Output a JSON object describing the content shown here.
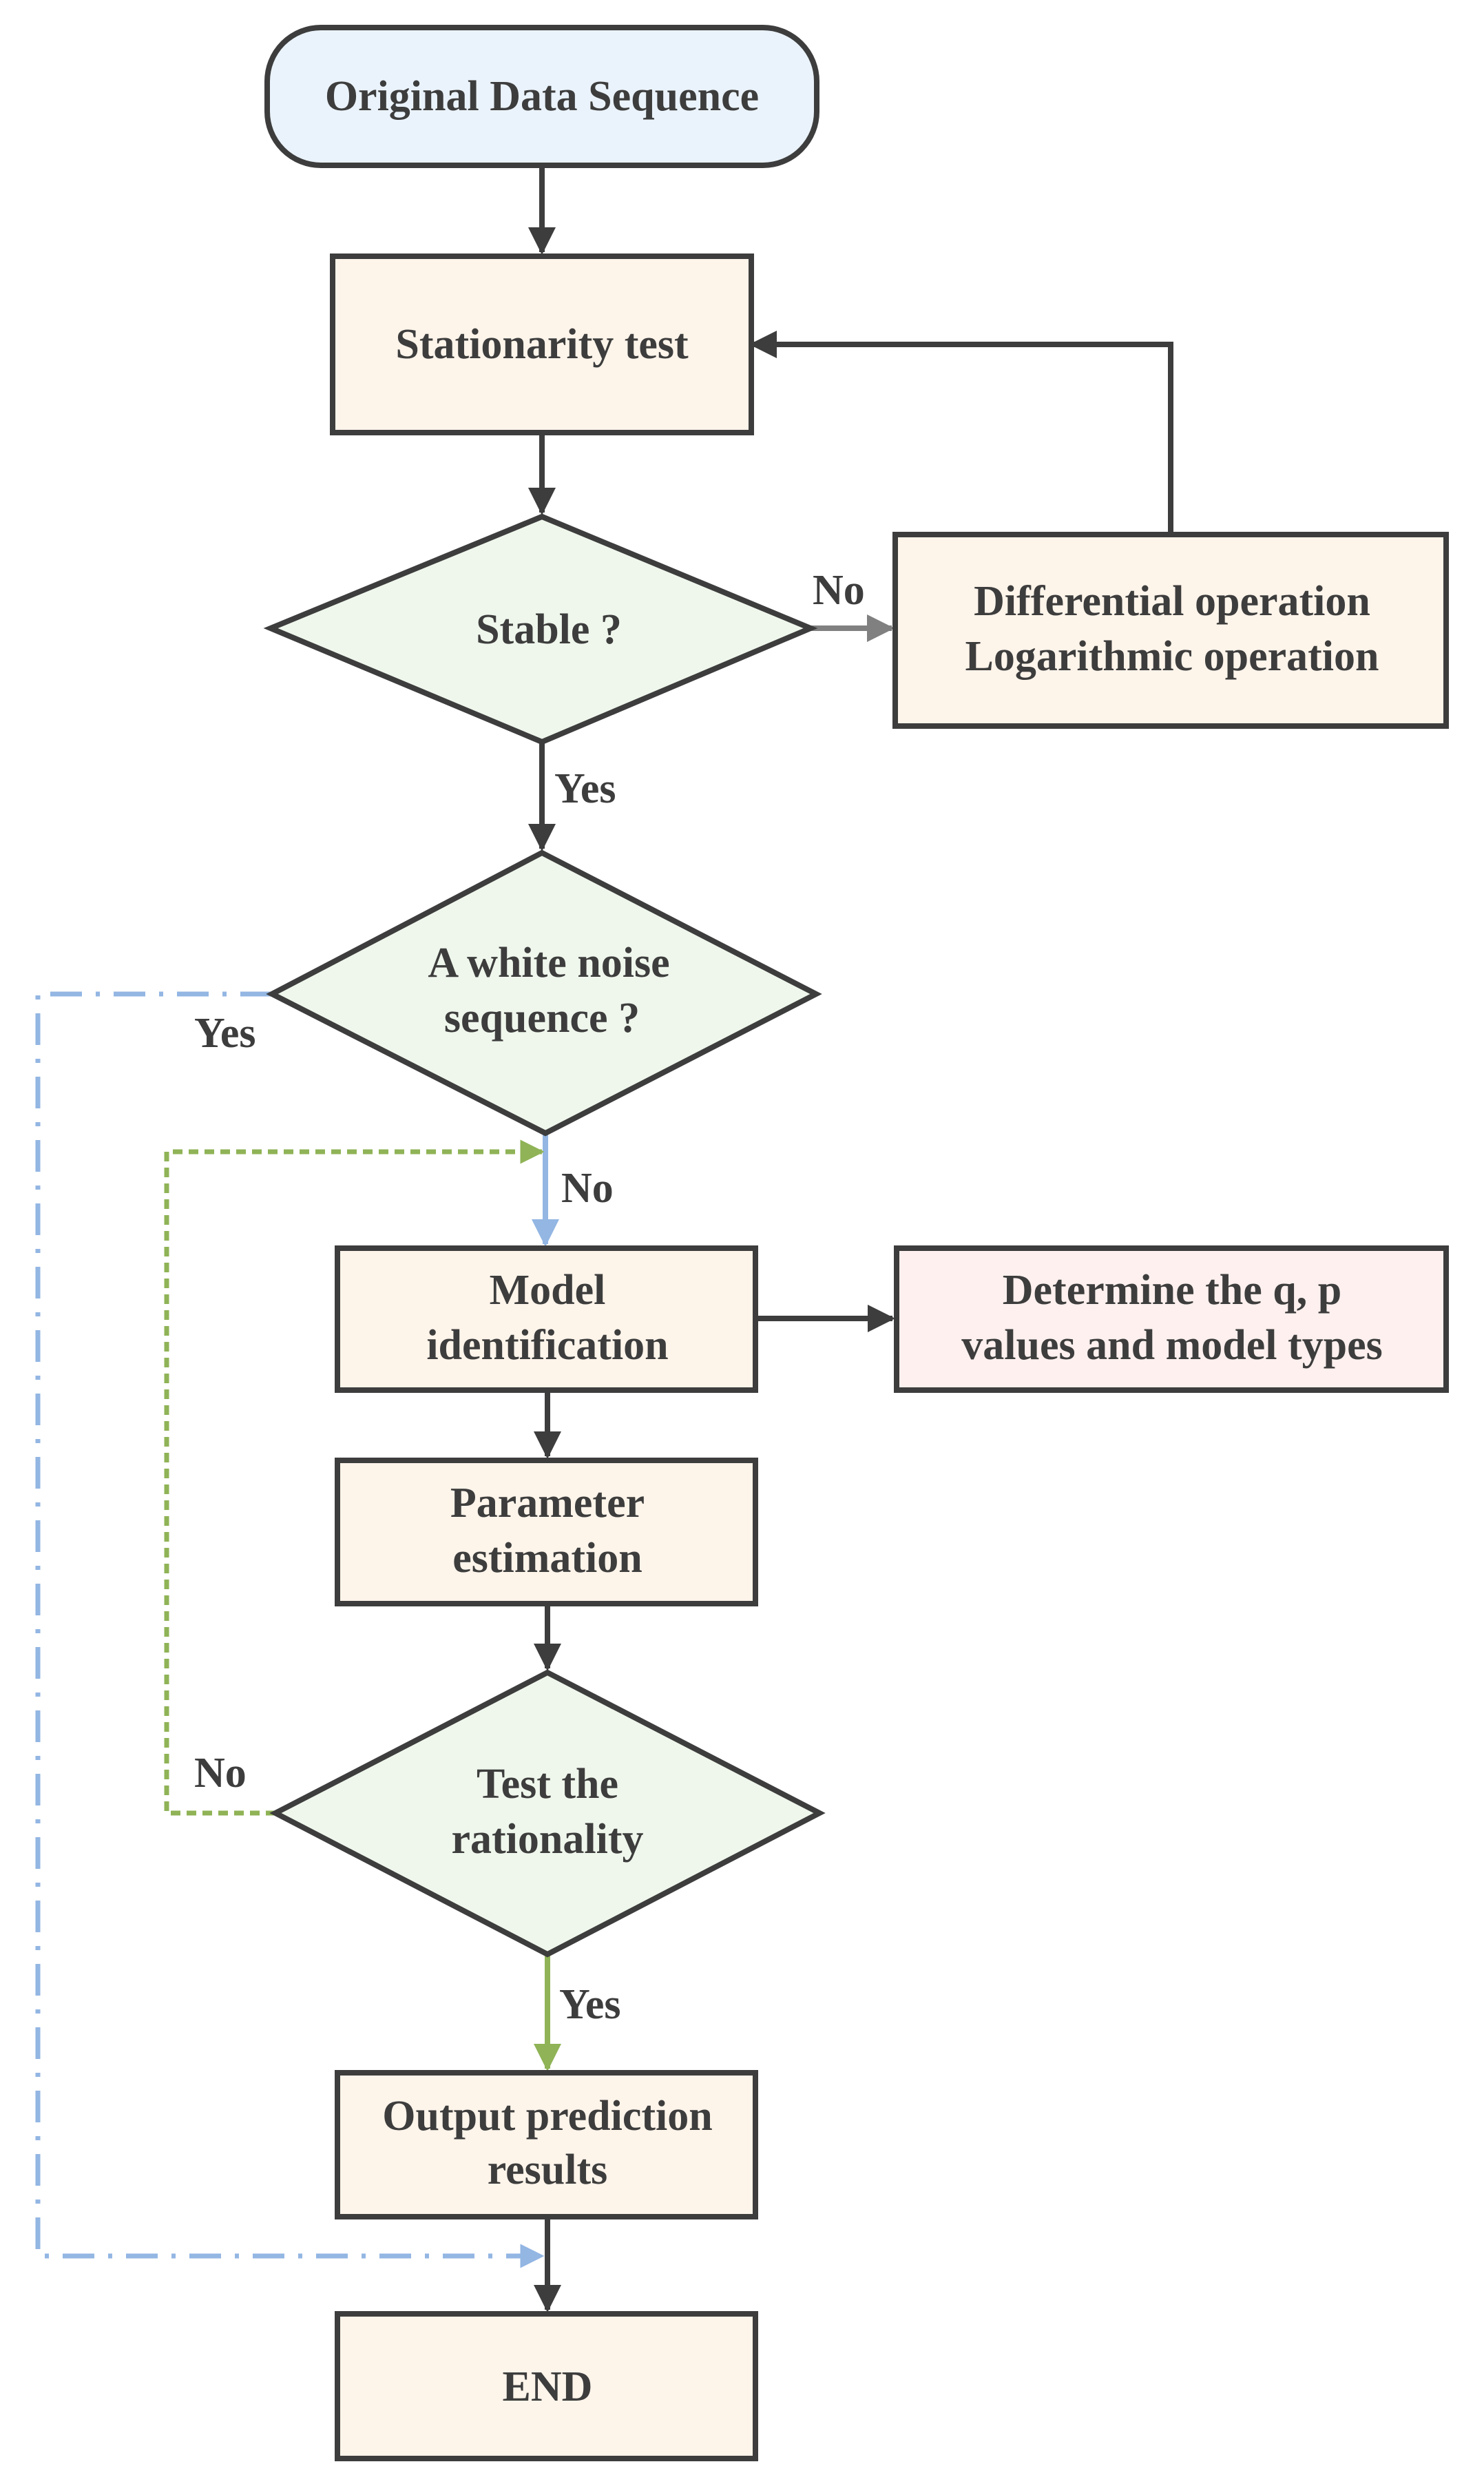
{
  "nodes": {
    "start": "Original Data Sequence",
    "stationarity": "Stationarity test",
    "stable": "Stable ?",
    "transform": [
      "Differential operation",
      "Logarithmic operation"
    ],
    "white_noise": [
      "A white noise",
      "sequence ?"
    ],
    "model_id": [
      "Model",
      "identification"
    ],
    "determine": [
      "Determine the q, p",
      "values and model types"
    ],
    "param_est": [
      "Parameter",
      "estimation"
    ],
    "rationality": [
      "Test the",
      "rationality"
    ],
    "output": [
      "Output prediction",
      "results"
    ],
    "end": "END"
  },
  "edge_labels": {
    "stable_no": "No",
    "stable_yes": "Yes",
    "white_noise_yes": "Yes",
    "white_noise_no": "No",
    "rationality_no": "No",
    "rationality_yes": "Yes"
  },
  "colors": {
    "stroke": "#3d3d3d",
    "terminal_fill": "#eaf3fb",
    "process_fill": "#fdf4ea",
    "decision_fill": "#eff7ec",
    "highlight_fill": "#fdf0ee",
    "blue_path": "#93b6e3",
    "green_path": "#8fb356",
    "gray_arrow": "#808080"
  }
}
